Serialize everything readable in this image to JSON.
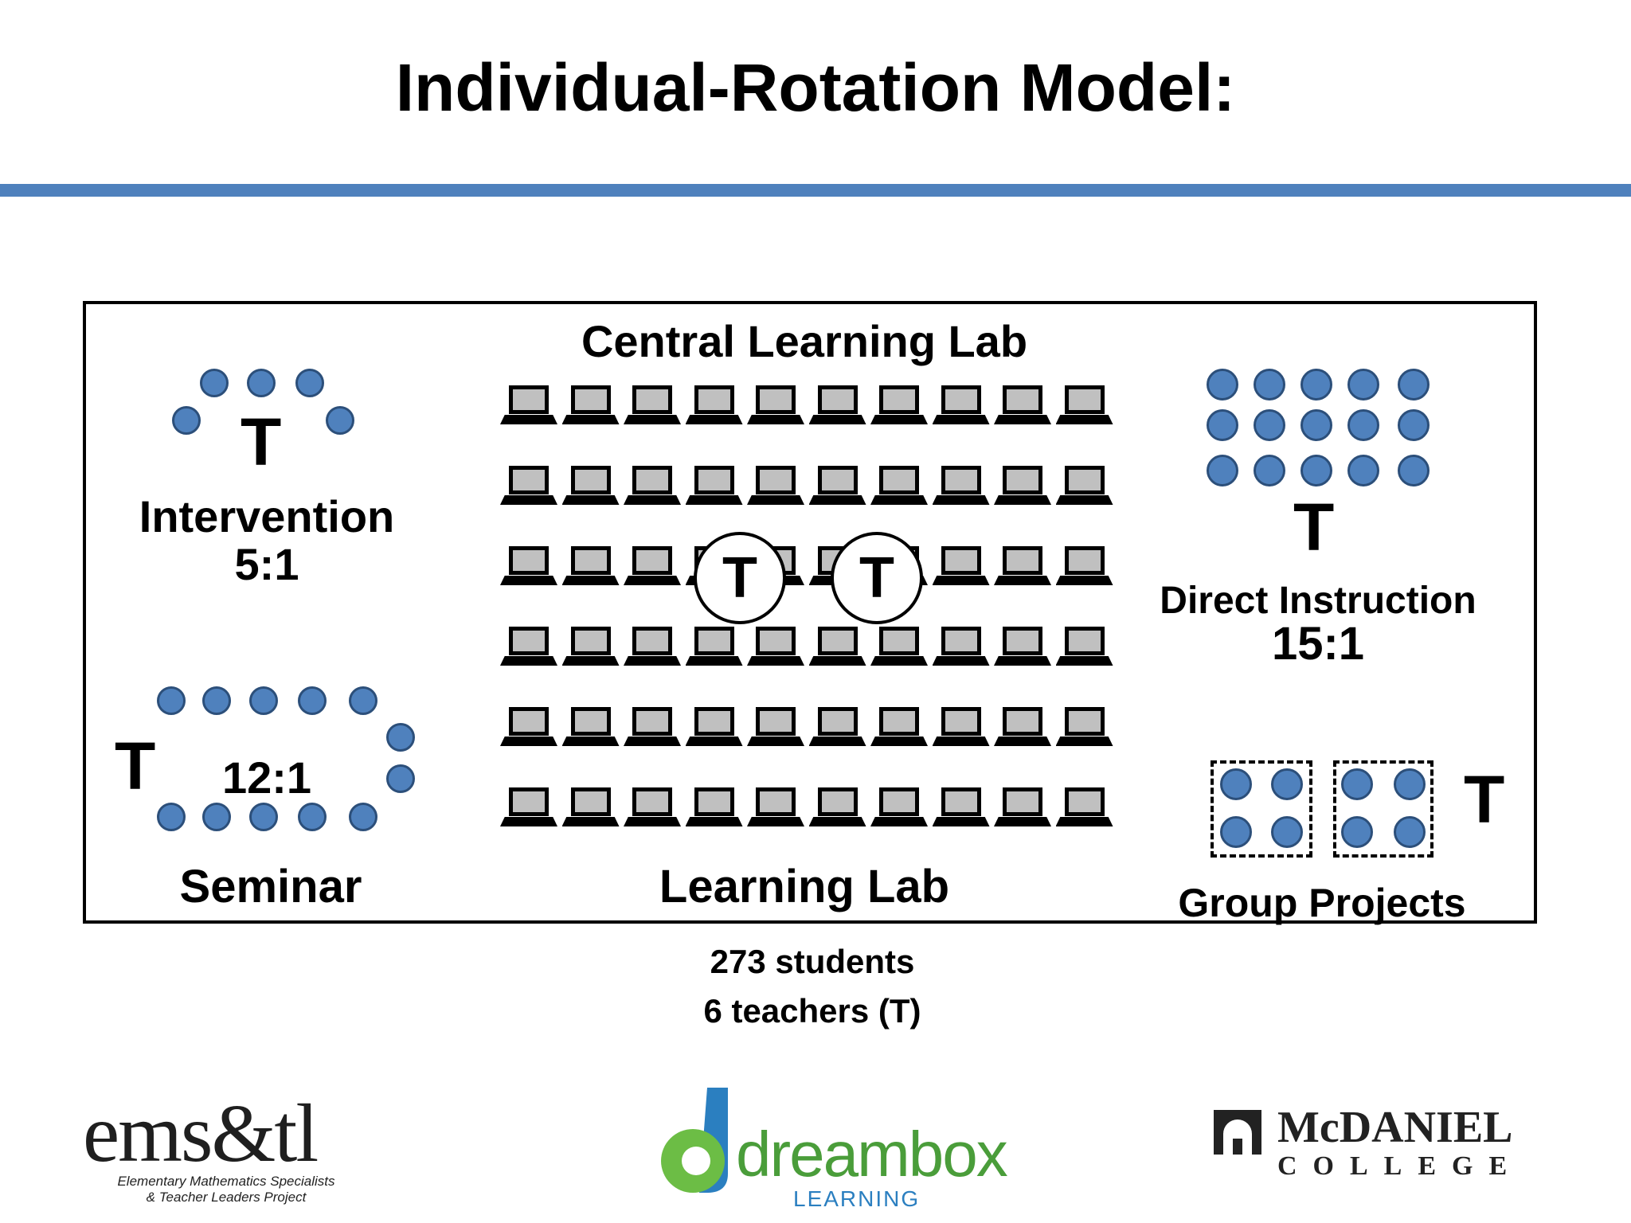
{
  "title": "Individual-Rotation Model:",
  "zones": {
    "central": {
      "label": "Central Learning Lab"
    },
    "intervention": {
      "label": "Intervention",
      "ratio": "5:1",
      "teacher": "T"
    },
    "seminar": {
      "label": "Seminar",
      "ratio": "12:1",
      "teacher": "T"
    },
    "learning_lab": {
      "label": "Learning Lab",
      "teacher": "T",
      "rows": 6,
      "columns": 10
    },
    "direct": {
      "label": "Direct Instruction",
      "ratio": "15:1",
      "teacher": "T"
    },
    "group": {
      "label": "Group Projects",
      "teacher": "T"
    }
  },
  "summary": {
    "students": "273 students",
    "teachers": "6 teachers (T)"
  },
  "logos": {
    "emstl": {
      "name": "ems&tl",
      "line1": "Elementary Mathematics Specialists",
      "line2": "& Teacher Leaders Project"
    },
    "dreambox": {
      "name": "dreambox",
      "sub": "LEARNING"
    },
    "mcdaniel": {
      "name": "McDANIEL",
      "sub": "COLLEGE"
    }
  },
  "colors": {
    "accent": "#4f81bd",
    "dot_outline": "#2c4f7a",
    "laptop_screen": "#c0c0c0",
    "dreambox_blue": "#2b7fc0",
    "dreambox_green": "#6cbd45"
  }
}
